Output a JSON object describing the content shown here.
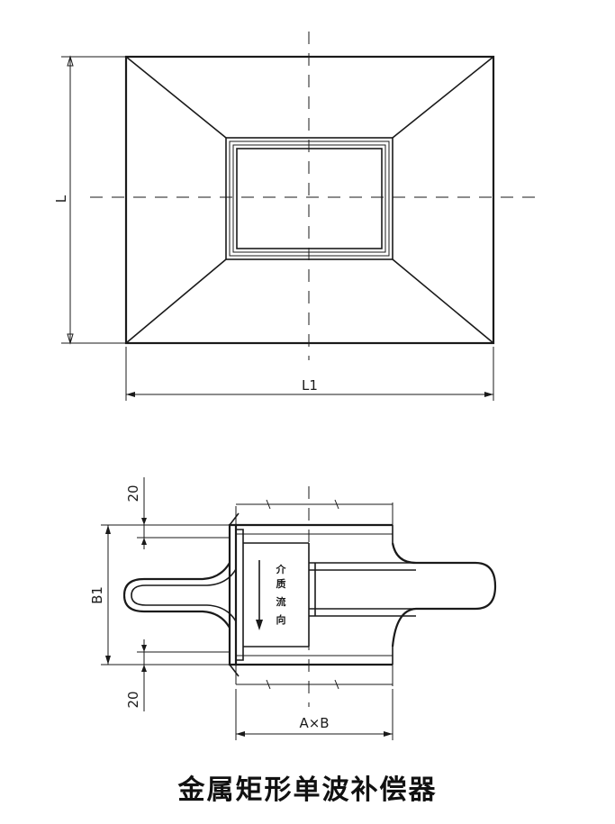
{
  "labels": {
    "L": "L",
    "L1": "L1",
    "B1": "B1",
    "dim20_top": "20",
    "dim20_bottom": "20",
    "AxB": "A×B",
    "flow_chars": [
      "介",
      "质",
      "流",
      "向"
    ]
  },
  "caption": "金属矩形单波补偿器"
}
